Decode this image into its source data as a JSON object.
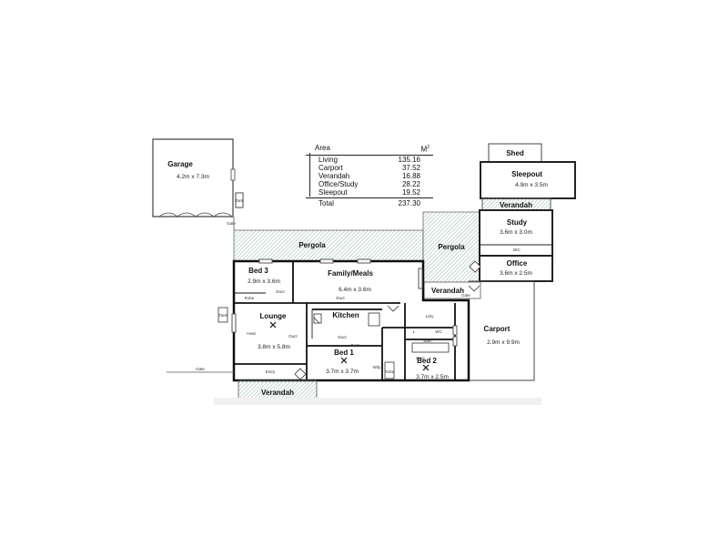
{
  "area_table": {
    "header_label": "Area",
    "header_unit": "M",
    "unit_superscript": "2",
    "rows": [
      {
        "name": "Living",
        "value": "135.16"
      },
      {
        "name": "Carport",
        "value": "37.52"
      },
      {
        "name": "Verandah",
        "value": "16.88"
      },
      {
        "name": "Office/Study",
        "value": "28.22"
      },
      {
        "name": "Sleepout",
        "value": "19.52"
      }
    ],
    "total_label": "Total",
    "total_value": "237.30"
  },
  "rooms": {
    "garage": {
      "name": "Garage",
      "size": "4.2m x 7.3m"
    },
    "shed": {
      "name": "Shed"
    },
    "sleepout": {
      "name": "Sleepout",
      "size": "4.9m x 3.5m"
    },
    "verandah_top": {
      "name": "Verandah"
    },
    "study": {
      "name": "Study",
      "size": "3.6m x 3.0m"
    },
    "bic": {
      "name": "BIC"
    },
    "office": {
      "name": "Office",
      "size": "3.6m x 2.5m"
    },
    "pergola_main": {
      "name": "Pergola"
    },
    "pergola_side": {
      "name": "Pergola"
    },
    "verandah_side": {
      "name": "Verandah"
    },
    "bed3": {
      "name": "Bed 3",
      "size": "2.9m x 3.6m"
    },
    "family": {
      "name": "Family/Meals",
      "size": "6.4m x 3.6m"
    },
    "robe": {
      "name": "Robe"
    },
    "lounge": {
      "name": "Lounge",
      "size": "3.8m x 5.8m"
    },
    "kitchen": {
      "name": "Kitchen"
    },
    "bed1": {
      "name": "Bed 1",
      "size": "3.7m x 3.7m"
    },
    "bed2": {
      "name": "Bed 2",
      "size": "3.7m x 2.5m"
    },
    "carport": {
      "name": "Carport",
      "size": "2.9m x 9.9m"
    },
    "entry": {
      "name": "Entry"
    },
    "verandah_front": {
      "name": "Verandah"
    },
    "laundry": {
      "name": "Ldry"
    },
    "wc": {
      "name": "WC"
    },
    "bath": {
      "name": "Bath"
    },
    "linen": {
      "name": "L"
    },
    "wardrobe": {
      "name": "Wdy"
    },
    "robe_bed1": {
      "name": "Robe"
    }
  },
  "labels": {
    "gate_garage": "Gate",
    "gate_front": "Gate",
    "gate_side": "Gate",
    "tank1": "Tank",
    "tank2": "Tank",
    "duct_bed3": "Duct",
    "duct_family": "Duct",
    "duct_lounge": "Duct",
    "duct_kitchen": "Duct",
    "duct_bed1": "Duct",
    "duct_bed2": "Duct",
    "heat": "Heat"
  }
}
